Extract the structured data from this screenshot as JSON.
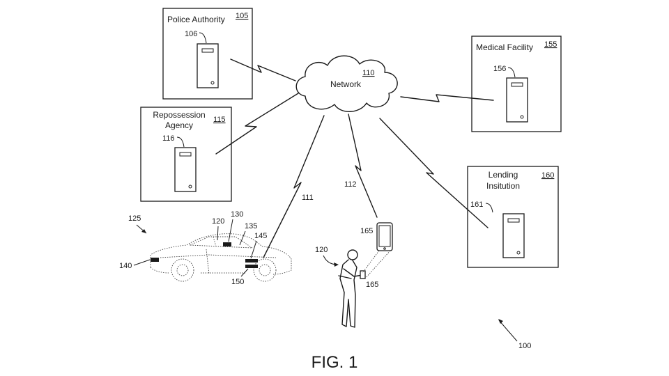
{
  "figure_label": "FIG. 1",
  "system_ref": "100",
  "network": {
    "label": "Network",
    "ref": "110"
  },
  "links": {
    "vehicle": "111",
    "device": "112"
  },
  "entities": {
    "police": {
      "label": "Police Authority",
      "ref": "105",
      "server_ref": "106"
    },
    "repo": {
      "label_line1": "Repossession",
      "label_line2": "Agency",
      "ref": "115",
      "server_ref": "116"
    },
    "medical": {
      "label": "Medical Facility",
      "ref": "155",
      "server_ref": "156"
    },
    "lending": {
      "label_line1": "Lending",
      "label_line2": "Insitution",
      "ref": "160",
      "server_ref": "161"
    }
  },
  "vehicle": {
    "ref": "125",
    "occupant_ref": "120",
    "comp_130": "130",
    "comp_135": "135",
    "comp_140": "140",
    "comp_145": "145",
    "comp_150": "150"
  },
  "user": {
    "ref": "120",
    "device_ref": "165",
    "device_ref_hand": "165"
  }
}
